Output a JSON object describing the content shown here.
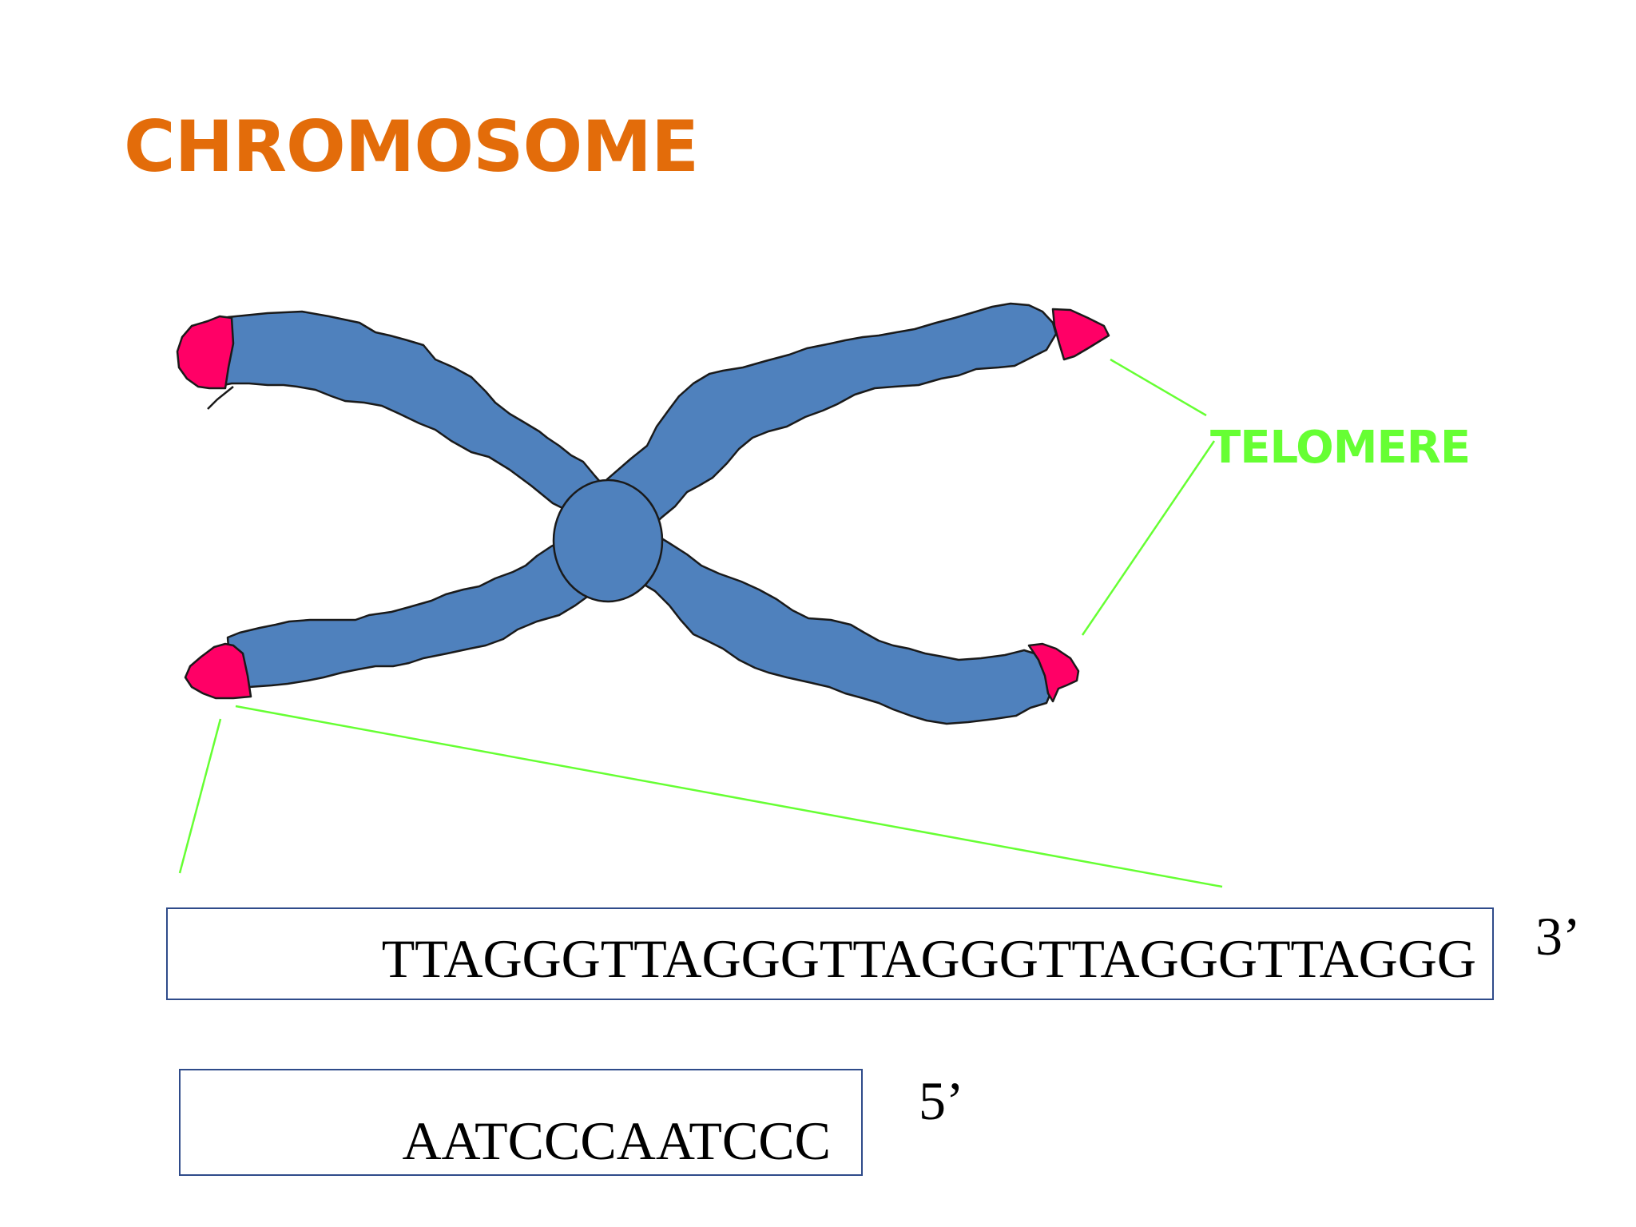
{
  "title": "CHROMOSOME",
  "telomere_label": "TELOMERE",
  "strands": {
    "top": {
      "sequence": "TTAGGGTTAGGGTTAGGGTTAGGGTTAGGG",
      "end_label": "3’"
    },
    "bottom": {
      "sequence": "AATCCCAATCCC",
      "end_label": "5’"
    }
  },
  "colors": {
    "title": "#e36c0a",
    "chromosome_body": "#4f81bd",
    "telomere_cap": "#ff0066",
    "callout_line": "#66ff33",
    "box_border": "#2f4b8a"
  }
}
